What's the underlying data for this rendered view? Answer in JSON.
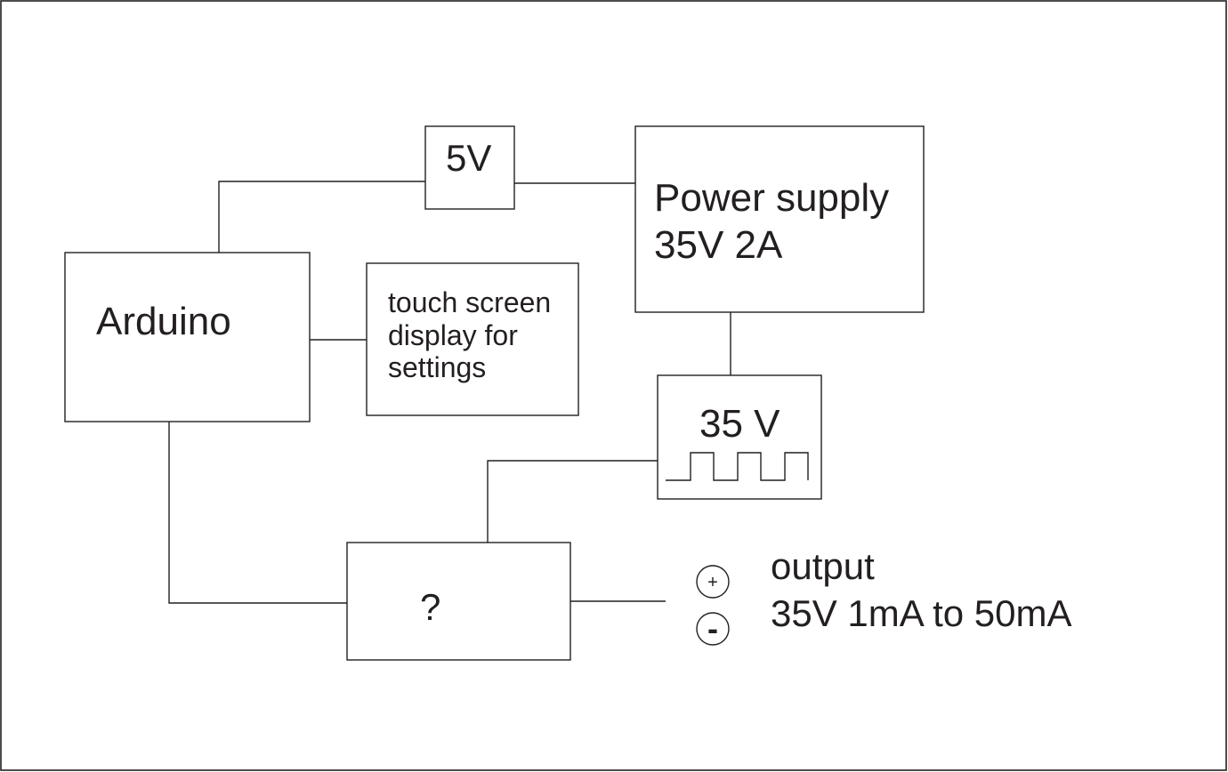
{
  "colors": {
    "ink": "#231f20",
    "background": "#ffffff"
  },
  "blocks": {
    "arduino": {
      "label": "Arduino"
    },
    "regulator_5v": {
      "label": "5V"
    },
    "power_supply": {
      "line1": "Power supply",
      "line2": "35V 2A"
    },
    "touch_screen": {
      "line1": "touch screen",
      "line2": "display for",
      "line3": "settings"
    },
    "pwm_35v": {
      "label": "35 V",
      "waveform_icon": "square-wave-icon"
    },
    "unknown": {
      "label": "?"
    }
  },
  "terminals": {
    "plus": "+",
    "minus": "-"
  },
  "output": {
    "line1": "output",
    "line2": "35V 1mA to 50mA"
  }
}
